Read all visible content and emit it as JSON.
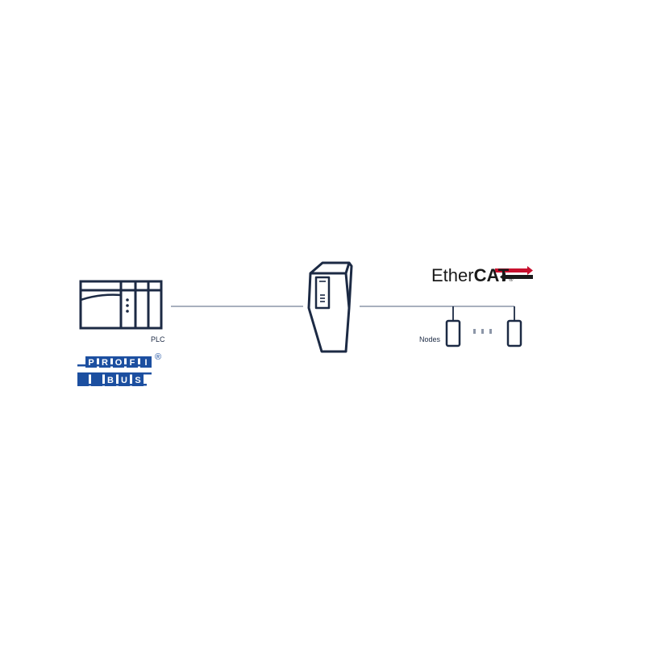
{
  "diagram": {
    "plc_label": "PLC",
    "nodes_label": "Nodes",
    "profibus": {
      "row1": [
        "P",
        "R",
        "O",
        "F",
        "I"
      ],
      "row2": [
        "B",
        "U",
        "S"
      ],
      "registered": "®"
    },
    "ethercat": {
      "part1": "Ether",
      "part2": "CAT",
      "registered": "®"
    },
    "colors": {
      "line_navy": "#1c2a44",
      "line_gray": "#8c96a8",
      "profibus_blue": "#1c4fa0",
      "ethercat_red": "#c8102e"
    }
  }
}
